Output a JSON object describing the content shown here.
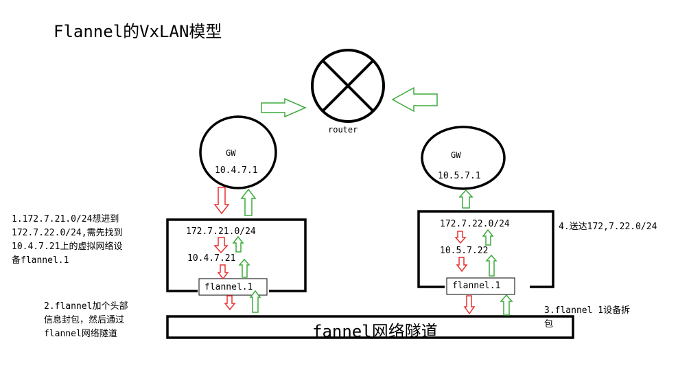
{
  "title": "Flannel的VxLAN模型",
  "router": {
    "label": "router",
    "icon": "router-x-icon"
  },
  "left_gw": {
    "label": "GW",
    "ip": "10.4.7.1"
  },
  "right_gw": {
    "label": "GW",
    "ip": "10.5.7.1"
  },
  "left_host": {
    "subnet": "172.7.21.0/24",
    "ip": "10.4.7.21",
    "device": "flannel.1"
  },
  "right_host": {
    "subnet": "172.7.22.0/24",
    "ip": "10.5.7.22",
    "device": "flannel.1"
  },
  "tunnel": {
    "label": "fannel网络隧道"
  },
  "notes": {
    "step1": "1.172.7.21.0/24想进到\n172.7.22.0/24,需先找到\n10.4.7.21上的虚拟网络设\n备flannel.1",
    "step2": "2.flannel加个头部\n信息封包，然后通过\nflannel网络隧道",
    "step3": "3.flannel 1设备拆\n包",
    "step4": "4.送达172,7.22.0/24"
  },
  "colors": {
    "red_arrow": "#e83030",
    "green_arrow": "#3caa3c",
    "stroke": "#000000"
  }
}
